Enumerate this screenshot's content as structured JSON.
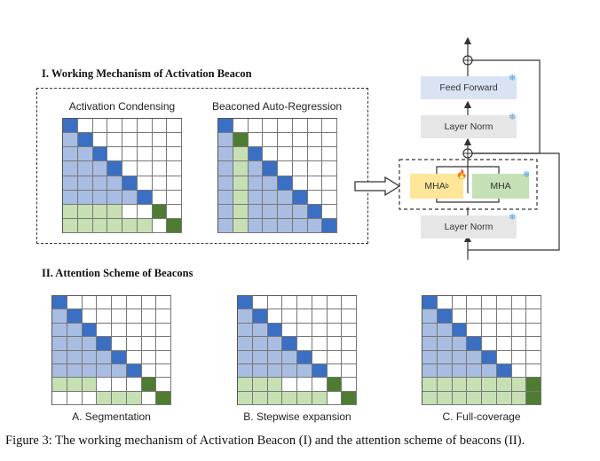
{
  "section1": {
    "title": "I. Working Mechanism of Activation Beacon"
  },
  "section2": {
    "title": "II. Attention Scheme of Beacons"
  },
  "matrices": [
    {
      "label": "Activation Condensing",
      "rows": [
        "d.......",
        "bd......",
        "bbd.....",
        "bbbd....",
        "bbbbd...",
        "bbbbbd..",
        "gggg..G.",
        "gggggg.G"
      ]
    },
    {
      "label": "Beaconed Auto-Regression",
      "rows": [
        "d.......",
        "bG......",
        "bgd.....",
        "bgbd....",
        "bgbbd...",
        "bgbbbd..",
        "bgbbbbd.",
        "bgbbbbbd"
      ]
    },
    {
      "label": "A. Segmentation",
      "rows": [
        "d.......",
        "bd......",
        "bbd.....",
        "bbbd....",
        "bbbbd...",
        "bbbbbd..",
        "ggg...G.",
        "...ggg.G"
      ]
    },
    {
      "label": "B. Stepwise expansion",
      "rows": [
        "d.......",
        "bd......",
        "bbd.....",
        "bbbd....",
        "bbbbd...",
        "bbbbbd..",
        "ggg...G.",
        "gggggg.G"
      ]
    },
    {
      "label": "C. Full-coverage",
      "rows": [
        "d.......",
        "bd......",
        "bbd.....",
        "bbbd....",
        "bbbbd...",
        "bbbbbd..",
        "gggggggG",
        "gggggggG"
      ]
    }
  ],
  "architecture": {
    "feed_forward": "Feed Forward",
    "layer_norm_top": "Layer Norm",
    "mha_beacon": "MHA",
    "mha_beacon_sup": "b",
    "mha": "MHA",
    "layer_norm_bottom": "Layer Norm"
  },
  "colors": {
    "token_light": "#a9bde2",
    "token_dark": "#3a6fc4",
    "beacon_light": "#c6e0b3",
    "beacon_dark": "#4e7d32",
    "feed_forward_fill": "#dae3f3",
    "layer_norm_fill": "#e7e6e6",
    "mha_beacon_fill": "#ffe699",
    "mha_fill": "#c5e0b4",
    "frozen_icon": "#4aa3e8"
  },
  "caption": "Figure 3: The working mechanism of Activation Beacon (I) and the attention scheme of beacons (II)."
}
